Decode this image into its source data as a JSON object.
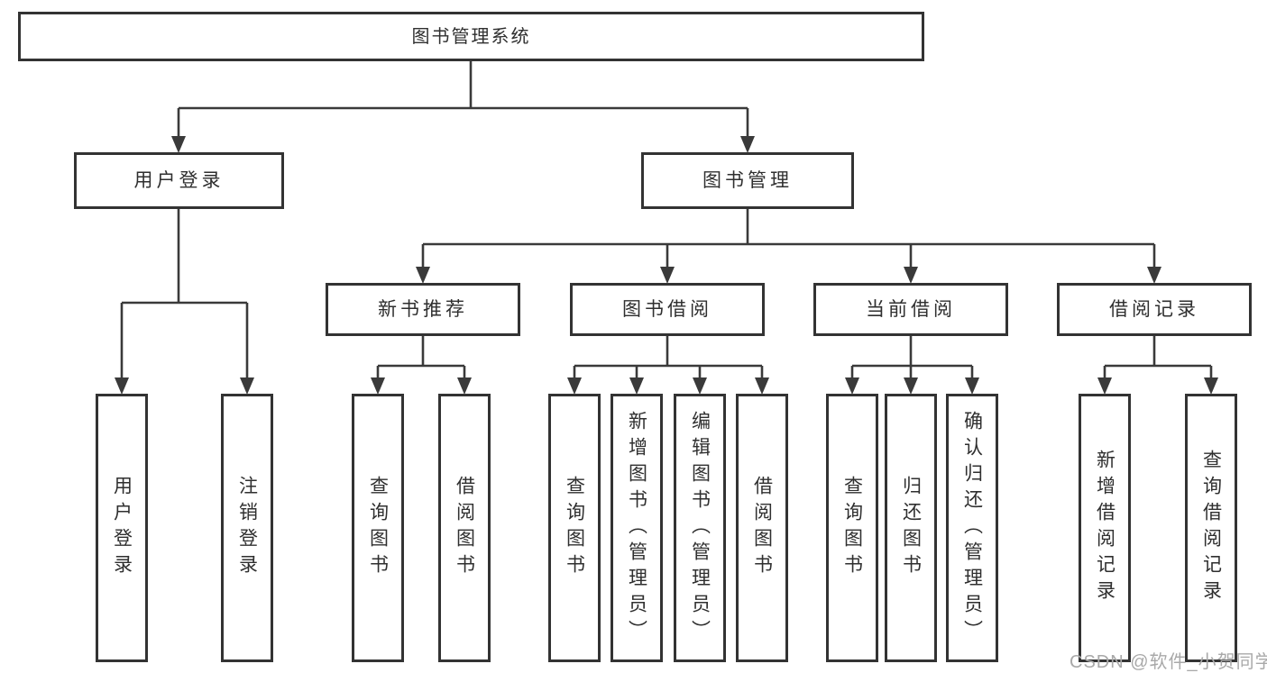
{
  "diagram_type": "functional-structure-tree",
  "colors": {
    "background": "#ffffff",
    "line": "#3a3a3a",
    "box_border": "#333333",
    "text": "#2f2f2f",
    "watermark": "#a9a9a9"
  },
  "tree": {
    "root": {
      "label": "图书管理系统",
      "children": [
        {
          "label": "用户登录",
          "children": [
            {
              "label": "用户登录"
            },
            {
              "label": "注销登录"
            }
          ]
        },
        {
          "label": "图书管理",
          "children": [
            {
              "label": "新书推荐",
              "children": [
                {
                  "label": "查询图书"
                },
                {
                  "label": "借阅图书"
                }
              ]
            },
            {
              "label": "图书借阅",
              "children": [
                {
                  "label": "查询图书"
                },
                {
                  "label": "新增图书（管理员）"
                },
                {
                  "label": "编辑图书（管理员）"
                },
                {
                  "label": "借阅图书"
                }
              ]
            },
            {
              "label": "当前借阅",
              "children": [
                {
                  "label": "查询图书"
                },
                {
                  "label": "归还图书"
                },
                {
                  "label": "确认归还（管理员）"
                }
              ]
            },
            {
              "label": "借阅记录",
              "children": [
                {
                  "label": "新增借阅记录"
                },
                {
                  "label": "查询借阅记录"
                }
              ]
            }
          ]
        }
      ]
    }
  },
  "watermark": {
    "text": "CSDN @软件_小贺同学"
  }
}
